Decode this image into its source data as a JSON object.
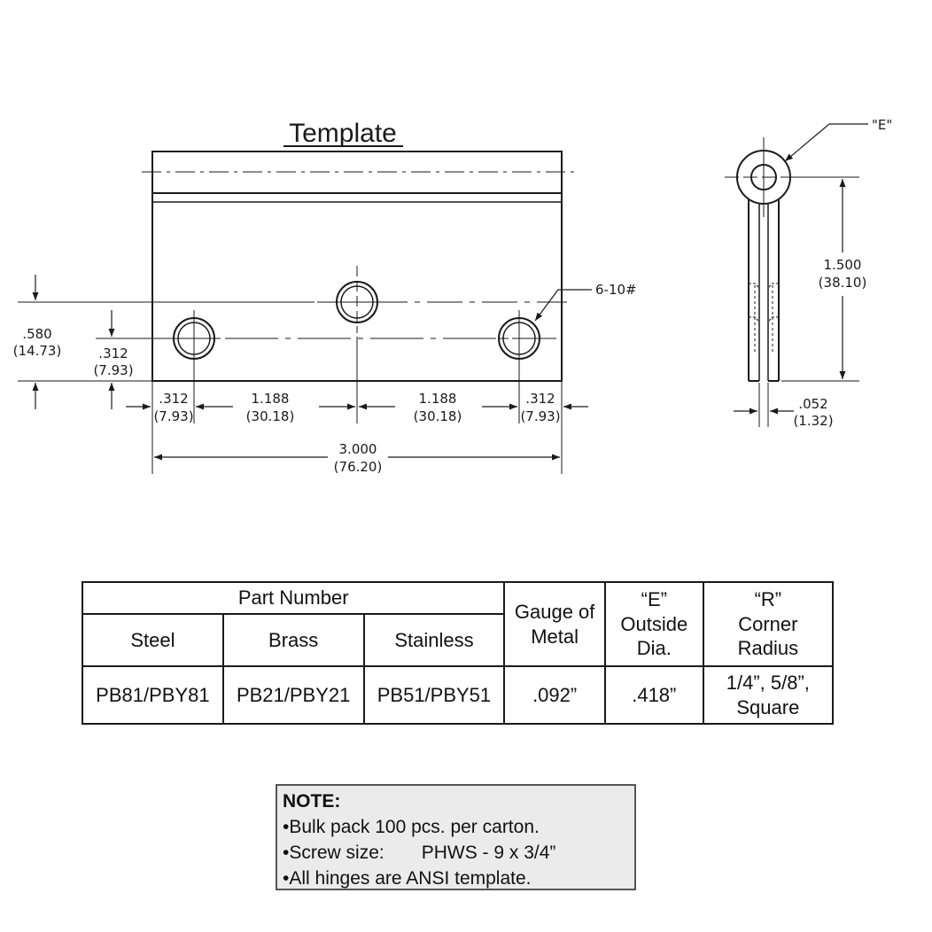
{
  "drawing": {
    "title": "Template",
    "callout_e": "\"E\"",
    "callout_holes": "6-10#",
    "dims": {
      "hole_rise_in": ".580",
      "hole_rise_mm": "(14.73)",
      "hole_low_in": ".312",
      "hole_low_mm": "(7.93)",
      "edge_left_in": ".312",
      "edge_left_mm": "(7.93)",
      "space1_in": "1.188",
      "space1_mm": "(30.18)",
      "space2_in": "1.188",
      "space2_mm": "(30.18)",
      "edge_right_in": ".312",
      "edge_right_mm": "(7.93)",
      "overall_in": "3.000",
      "overall_mm": "(76.20)",
      "height_in": "1.500",
      "height_mm": "(38.10)",
      "thick_in": ".052",
      "thick_mm": "(1.32)"
    }
  },
  "table": {
    "part_number": "Part Number",
    "steel": "Steel",
    "brass": "Brass",
    "stainless": "Stainless",
    "gauge": "Gauge of Metal",
    "e_line1": "“E”",
    "e_line2": "Outside Dia.",
    "r_line1": "“R”",
    "r_line2": "Corner Radius",
    "row": {
      "steel": "PB81/PBY81",
      "brass": "PB21/PBY21",
      "stainless": "PB51/PBY51",
      "gauge": ".092”",
      "e": ".418”",
      "r": "1/4”, 5/8”, Square"
    }
  },
  "note": {
    "title": "NOTE:",
    "line1": "•Bulk pack 100 pcs. per carton.",
    "line2a": "•Screw size:",
    "line2b": "PHWS - 9 x 3/4”",
    "line3": "•All hinges are ANSI template."
  }
}
